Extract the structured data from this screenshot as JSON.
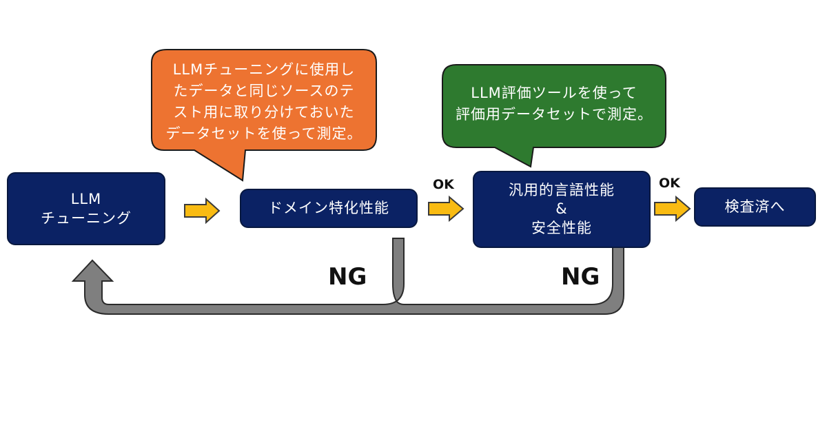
{
  "nodes": {
    "tuning": {
      "line1": "LLM",
      "line2": "チューニング"
    },
    "domain": {
      "label": "ドメイン特化性能"
    },
    "general": {
      "line1": "汎用的言語性能",
      "line2": "&",
      "line3": "安全性能"
    },
    "done": {
      "label": "検査済へ"
    }
  },
  "callouts": {
    "orange": {
      "lines": [
        "LLMチューニングに使用し",
        "たデータと同じソースのテ",
        "スト用に取り分けておいた",
        "データセットを使って測定。"
      ],
      "color": "#ed7331"
    },
    "green": {
      "lines": [
        "LLM評価ツールを使って",
        "評価用データセットで測定。"
      ],
      "color": "#2e7a2f"
    }
  },
  "edge_labels": {
    "ok_1": "OK",
    "ok_2": "OK",
    "ng_1": "NG",
    "ng_2": "NG"
  },
  "colors": {
    "box_fill": "#0b2264",
    "arrow_fill": "#f9bb12",
    "return_path": "#7f7f7f"
  }
}
